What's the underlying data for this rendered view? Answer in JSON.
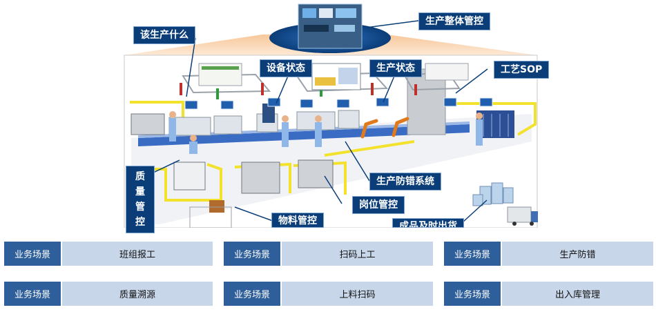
{
  "callouts": {
    "what_to_produce": "该生产什么",
    "overall_control": "生产整体管控",
    "equipment_status": "设备状态",
    "production_status": "生产状态",
    "process_sop": "工艺SOP",
    "quality_control": "质量管控",
    "error_proofing_system": "生产防错系统",
    "post_control": "岗位管控",
    "material_control": "物料管控",
    "finished_goods_shipping": "成品及时出货"
  },
  "scenarios": [
    {
      "tag": "业务场景",
      "name": "班组报工"
    },
    {
      "tag": "业务场景",
      "name": "扫码上工"
    },
    {
      "tag": "业务场景",
      "name": "生产防错"
    },
    {
      "tag": "业务场景",
      "name": "质量溯源"
    },
    {
      "tag": "业务场景",
      "name": "上料扫码"
    },
    {
      "tag": "业务场景",
      "name": "出入库管理"
    }
  ],
  "colors": {
    "callout_bg": "#0b3d78",
    "scenario_tag_bg": "#2f5f9a",
    "scenario_name_bg": "#c8d6ea",
    "lane_yellow": "#f2e22c",
    "floor": "#f3f4f6"
  }
}
